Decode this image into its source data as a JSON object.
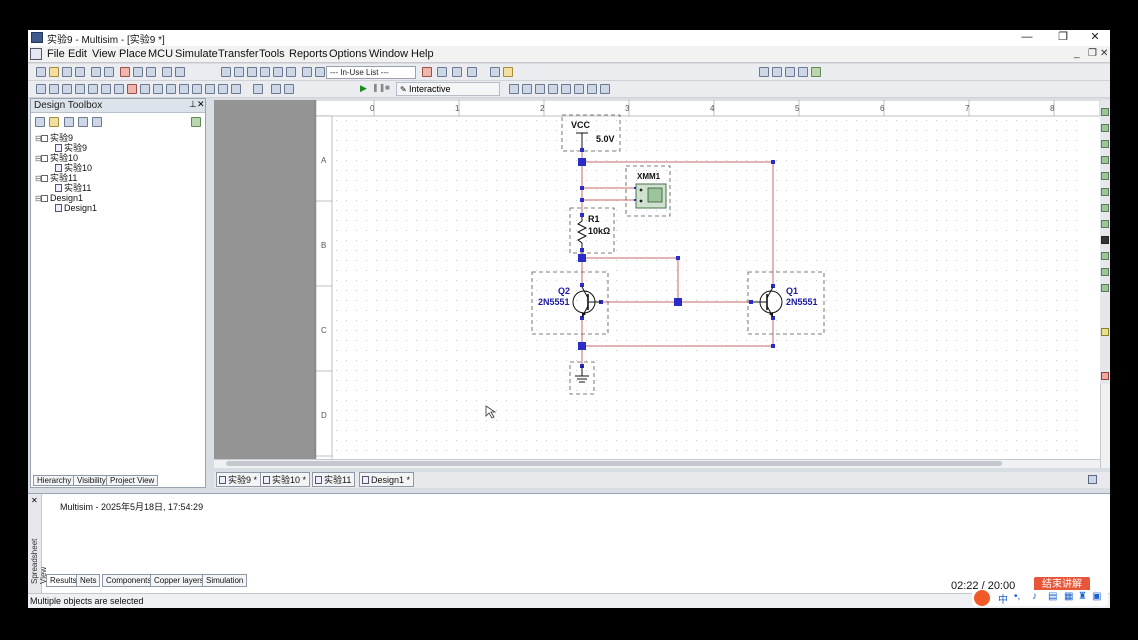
{
  "window": {
    "title": "实验9 - Multisim - [实验9 *]",
    "buttons": {
      "minimize": "—",
      "restore": "❐",
      "close": "✕"
    }
  },
  "menu": [
    "File",
    "Edit",
    "View",
    "Place",
    "MCU",
    "Simulate",
    "Transfer",
    "Tools",
    "Reports",
    "Options",
    "Window",
    "Help"
  ],
  "toolbar": {
    "in_use_list": "--- In-Use List ---",
    "interactive_label": "Interactive"
  },
  "design_toolbox": {
    "title": "Design Toolbox",
    "tree": [
      {
        "label": "实验9",
        "child": "实验9"
      },
      {
        "label": "实验10",
        "child": "实验10"
      },
      {
        "label": "实验11",
        "child": "实验11"
      },
      {
        "label": "Design1",
        "child": "Design1"
      }
    ],
    "tabs": [
      "Hierarchy",
      "Visibility",
      "Project View"
    ]
  },
  "schematic": {
    "col_labels": [
      "0",
      "1",
      "2",
      "3",
      "4",
      "5",
      "6",
      "7",
      "8"
    ],
    "row_labels": [
      "A",
      "B",
      "C",
      "D"
    ],
    "vcc": {
      "name": "VCC",
      "value": "5.0V"
    },
    "meter": {
      "name": "XMM1"
    },
    "resistor": {
      "name": "R1",
      "value": "10kΩ"
    },
    "q2": {
      "name": "Q2",
      "model": "2N5551"
    },
    "q1": {
      "name": "Q1",
      "model": "2N5551"
    },
    "colors": {
      "wire": "#c66a6a",
      "junction": "#2b2bc8",
      "label": "#1a1aa0",
      "dash": "#555"
    }
  },
  "doc_tabs": [
    "实验9 *",
    "实验10 *",
    "实验11",
    "Design1 *"
  ],
  "spreadsheet": {
    "side_label": "Spreadsheet View",
    "log_line": "Multisim  -  2025年5月18日, 17:54:29",
    "tabs": [
      "Results",
      "Nets",
      "Components",
      "Copper layers",
      "Simulation"
    ]
  },
  "status": {
    "text": "Multiple objects are selected"
  },
  "overlay": {
    "time": "02:22 / 20:00",
    "button": "结束讲解",
    "ime": "中"
  }
}
